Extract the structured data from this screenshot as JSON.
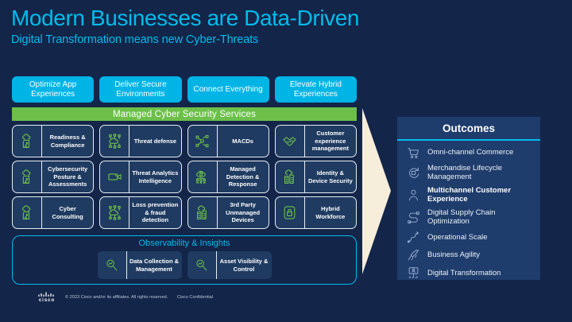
{
  "slide": {
    "title": "Modern Businesses are Data-Driven",
    "subtitle": "Digital Transformation means new Cyber-Threats"
  },
  "colors": {
    "background": "#132549",
    "accent_cyan": "#00bceb",
    "pillar_cyan": "#00b4e6",
    "green": "#6cc04a",
    "tile_fill": "#1f3b61",
    "panel_fill": "#1e3c6c",
    "arrow_cream": "#f7eddb"
  },
  "pillars": [
    {
      "label": "Optimize App Experiences"
    },
    {
      "label": "Deliver Secure Environments"
    },
    {
      "label": "Connect Everything"
    },
    {
      "label": "Elevate Hybrid Experiences"
    }
  ],
  "services": {
    "banner": "Managed Cyber Security Services",
    "tiles": [
      {
        "label": "Readiness & Compliance",
        "icon": "building-cloud-icon"
      },
      {
        "label": "Threat defense",
        "icon": "cloud-network-icon"
      },
      {
        "label": "MACDs",
        "icon": "network-icon"
      },
      {
        "label": "Customer experience management",
        "icon": "handshake-icon"
      },
      {
        "label": "Cybersecurity Posture & Assessments",
        "icon": "building-cloud-icon"
      },
      {
        "label": "Threat Analytics Intelligence",
        "icon": "camera-icon"
      },
      {
        "label": "Managed Detection & Response",
        "icon": "cloud-lock-icon"
      },
      {
        "label": "Identity & Device Security",
        "icon": "cloud-buildings-icon"
      },
      {
        "label": "Cyber Consulting",
        "icon": "building-cloud-icon"
      },
      {
        "label": "Loss prevention & fraud detection",
        "icon": "cloud-network-icon"
      },
      {
        "label": "3rd Party Unmanaged Devices",
        "icon": "cloud-buildings-icon"
      },
      {
        "label": "Hybrid Workforce",
        "icon": "padlock-icon"
      }
    ]
  },
  "observability": {
    "title": "Observability & Insights",
    "tiles": [
      {
        "label": "Data Collection & Management",
        "icon": "magnifier-chart-icon"
      },
      {
        "label": "Asset Visibility & Control",
        "icon": "magnifier-chart-icon"
      }
    ]
  },
  "outcomes": {
    "title": "Outcomes",
    "items": [
      {
        "label": "Omni-channel Commerce",
        "icon": "cart-icon",
        "emphasized": false
      },
      {
        "label": "Merchandise Lifecycle Management",
        "icon": "lifecycle-icon",
        "emphasized": false
      },
      {
        "label": "Multichannel Customer Experience",
        "icon": "person-icon",
        "emphasized": true
      },
      {
        "label": "Digital Supply Chain Optimization",
        "icon": "supply-chain-icon",
        "emphasized": false
      },
      {
        "label": "Operational Scale",
        "icon": "route-icon",
        "emphasized": false
      },
      {
        "label": "Business Agility",
        "icon": "agility-icon",
        "emphasized": false
      },
      {
        "label": "Digital Transformation",
        "icon": "transformation-icon",
        "emphasized": false
      }
    ]
  },
  "footer": {
    "wordmark": "cisco",
    "copyright": "© 2023  Cisco and/or its affiliates. All rights reserved.",
    "confidential": "Cisco Confidential"
  }
}
